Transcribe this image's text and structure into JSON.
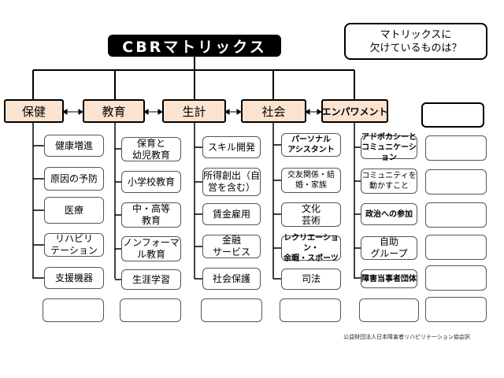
{
  "title": "CBRマトリックス",
  "question": "マトリックスに\n欠けているものは？",
  "headers": [
    {
      "label": "保健"
    },
    {
      "label": "教育"
    },
    {
      "label": "生計"
    },
    {
      "label": "社会"
    },
    {
      "label": "エンパワメント"
    },
    {
      "label": ""
    }
  ],
  "columns": [
    [
      "健康増進",
      "原因の予防",
      "医療",
      "リハビリ\nテーション",
      "支援機器",
      ""
    ],
    [
      "保育と\n幼児教育",
      "小学校教育",
      "中・高等\n教育",
      "ノンフォーマ\nル教育",
      "生涯学習",
      ""
    ],
    [
      "スキル開発",
      "所得創出（自\n営を含む）",
      "賃金雇用",
      "金融\nサービス",
      "社会保護",
      ""
    ],
    [
      "パーソナル\nアシスタント",
      "交友関係・結\n婚・家族",
      "文化\n芸術",
      "レクリエーション・\n余暇・スポーツ",
      "司法",
      ""
    ],
    [
      "アドボカシーと\nコミュニケーション",
      "コミュニティを\n動かすこと",
      "政治への参加",
      "自助\nグループ",
      "障害当事者団体",
      ""
    ],
    [
      "",
      "",
      "",
      "",
      "",
      ""
    ]
  ],
  "credit": "公益財団法人日本障害者リハビリテーション協会訳"
}
